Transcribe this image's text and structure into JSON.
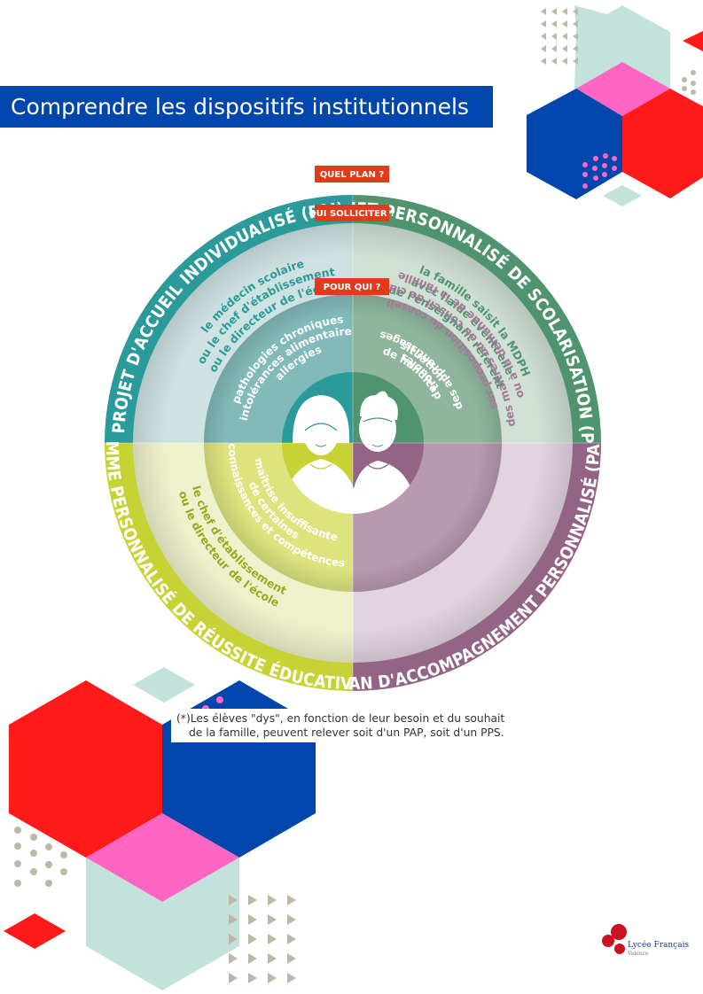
{
  "header": {
    "title": "Comprendre les dispositifs institutionnels"
  },
  "colors": {
    "title_bg": "#0046ad",
    "tag_bg": "#e03c1c",
    "pai": "#2a9a9a",
    "pps": "#4f946e",
    "ppre": "#c7d334",
    "pap": "#946486",
    "deco_red": "#ff1a1a",
    "deco_blue": "#0046ad",
    "deco_pink": "#ff66c4",
    "deco_mint": "#c3e2db",
    "deco_grey": "#bdb8a5"
  },
  "diagram": {
    "tags": {
      "plan": "QUEL PLAN ?",
      "who_to_ask": "QUI SOLLICITER ?",
      "for_whom": "POUR QUI ?"
    },
    "quadrants": [
      {
        "id": "pai",
        "plan": "PROJET D'ACCUEIL INDIVIDUALISÉ (PAI)",
        "who_to_ask": [
          "le médecin scolaire",
          "ou le chef d'établissement",
          "ou le directeur de l'école"
        ],
        "for_whom": [
          "pathologies chroniques",
          "intolérances alimentaires",
          "allergies"
        ]
      },
      {
        "id": "pps",
        "plan": "PROJET PERSONNALISÉ DE SCOLARISATION (PPS)*",
        "who_to_ask": [
          "la famille saisit la MDPH",
          "avec l'aide éventuelle",
          "de l'enseignant référent"
        ],
        "for_whom": [
          "situation",
          "de handicap"
        ]
      },
      {
        "id": "ppre",
        "plan": "PROGRAMME PERSONNALISÉ DE RÉUSSITE ÉDUCATIVE (PPRE)",
        "who_to_ask": [
          "le chef d'établissement",
          "ou le directeur de l'école"
        ],
        "for_whom": [
          "maîtrise insuffisante",
          "de certaines",
          "connaissances et compétences"
        ]
      },
      {
        "id": "pap",
        "plan": "PLAN D'ACCOMPAGNEMENT PERSONNALISÉ (PAP)*",
        "who_to_ask": [
          "sur proposition du conseil",
          "des maîtres ou du conseil de classe",
          "ou à la demande de la famille"
        ],
        "for_whom": [
          "troubles",
          "des apprentissages"
        ]
      }
    ]
  },
  "footnote": {
    "line1": "(*)Les élèves \"dys\", en fonction de leur besoin et du souhait",
    "line2": "de la famille, peuvent relever soit d'un PAP, soit d'un PPS."
  },
  "logo": {
    "name": "Lycée Français",
    "city": "Valence"
  }
}
